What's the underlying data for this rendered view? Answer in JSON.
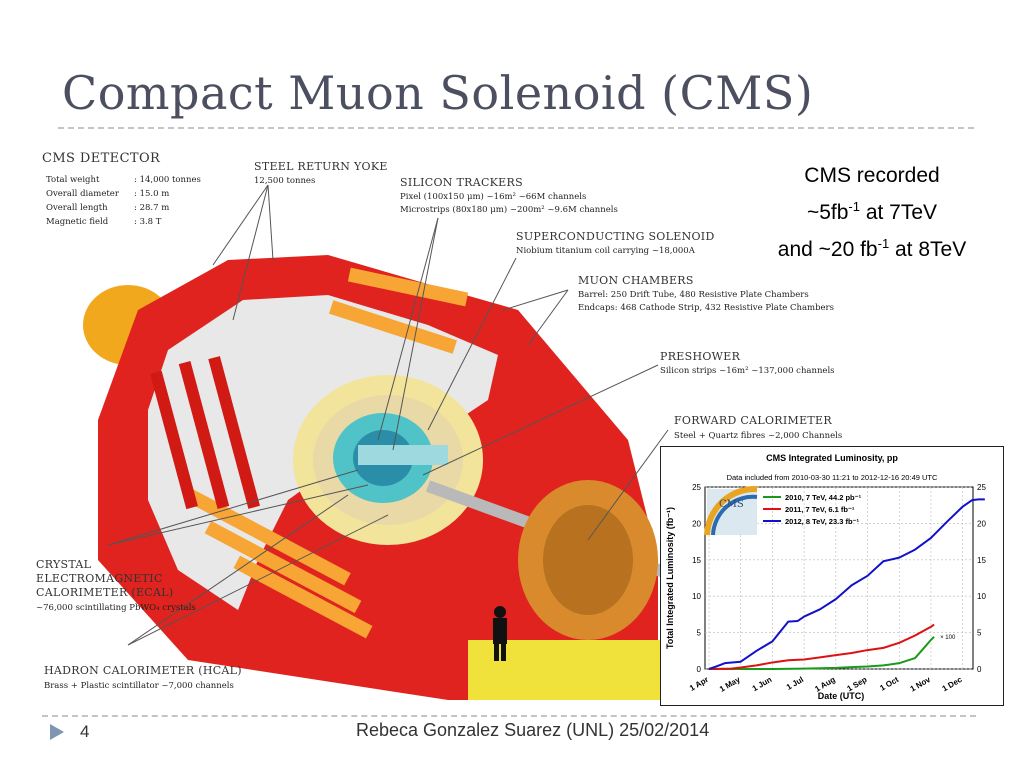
{
  "slide": {
    "title": "Compact Muon Solenoid (CMS)",
    "number": "4",
    "footer": "Rebeca Gonzalez Suarez (UNL) 25/02/2014",
    "accent_color": "#7f96b2"
  },
  "recorded": {
    "line1": "CMS recorded",
    "line2_pre": "~5fb",
    "line2_sup": "-1",
    "line2_post": " at 7TeV",
    "line3_pre": "and ~20 fb",
    "line3_sup": "-1",
    "line3_post": " at 8TeV"
  },
  "detector": {
    "heading": "CMS DETECTOR",
    "specs": [
      {
        "key": "Total weight",
        "value": ": 14,000 tonnes"
      },
      {
        "key": "Overall diameter",
        "value": ": 15.0 m"
      },
      {
        "key": "Overall length",
        "value": ": 28.7 m"
      },
      {
        "key": "Magnetic field",
        "value": ": 3.8 T"
      }
    ],
    "labels": {
      "yoke_title": "STEEL RETURN YOKE",
      "yoke_sub": "12,500 tonnes",
      "tracker_title": "SILICON TRACKERS",
      "tracker_sub1": "Pixel (100x150 μm) ~16m² ~66M channels",
      "tracker_sub2": "Microstrips (80x180 μm) ~200m² ~9.6M channels",
      "solenoid_title": "SUPERCONDUCTING SOLENOID",
      "solenoid_sub": "Niobium titanium coil carrying ~18,000A",
      "muon_title": "MUON CHAMBERS",
      "muon_sub1": "Barrel: 250 Drift Tube, 480 Resistive Plate Chambers",
      "muon_sub2": "Endcaps: 468 Cathode Strip, 432 Resistive Plate Chambers",
      "preshower_title": "PRESHOWER",
      "preshower_sub": "Silicon strips ~16m² ~137,000 channels",
      "forward_title": "FORWARD CALORIMETER",
      "forward_sub": "Steel + Quartz fibres ~2,000 Channels",
      "ecal_title1": "CRYSTAL",
      "ecal_title2": "ELECTROMAGNETIC",
      "ecal_title3": "CALORIMETER (ECAL)",
      "ecal_sub": "~76,000 scintillating PbWO₄ crystals",
      "hcal_title": "HADRON CALORIMETER (HCAL)",
      "hcal_sub": "Brass + Plastic scintillator ~7,000 channels"
    }
  },
  "chart_data": {
    "type": "line",
    "title": "CMS Integrated Luminosity, pp",
    "subtitle": "Data included from 2010-03-30 11:21 to 2012-12-16 20:49 UTC",
    "xlabel": "Date (UTC)",
    "ylabel": "Total Integrated Luminosity (fb⁻¹)",
    "categories": [
      "1 Apr",
      "1 May",
      "1 Jun",
      "1 Jul",
      "1 Aug",
      "1 Sep",
      "1 Oct",
      "1 Nov",
      "1 Dec"
    ],
    "ylim": [
      0,
      25
    ],
    "yticks": [
      "0",
      "5",
      "10",
      "15",
      "20",
      "25"
    ],
    "legend_position": "top-left",
    "annotation": "× 100",
    "series": [
      {
        "name": "2010, 7 TeV, 44.2 pb⁻¹",
        "color": "#1a9a1a",
        "x": [
          0,
          2,
          3,
          3.5,
          4,
          4.5,
          5,
          5.5,
          6,
          6.5,
          6.8,
          7,
          7.1
        ],
        "y": [
          0,
          0,
          0.05,
          0.1,
          0.15,
          0.25,
          0.35,
          0.5,
          0.8,
          1.5,
          3.0,
          4.0,
          4.42
        ]
      },
      {
        "name": "2011, 7 TeV, 6.1 fb⁻¹",
        "color": "#dd1111",
        "x": [
          0,
          0.7,
          1,
          1.5,
          2,
          2.5,
          3,
          3.5,
          4,
          4.5,
          5,
          5.5,
          6,
          6.5,
          7,
          7.1
        ],
        "y": [
          0,
          0.05,
          0.2,
          0.5,
          0.9,
          1.2,
          1.3,
          1.6,
          1.9,
          2.2,
          2.6,
          2.9,
          3.6,
          4.6,
          5.8,
          6.1
        ]
      },
      {
        "name": "2012, 8 TeV, 23.3 fb⁻¹",
        "color": "#1111cc",
        "x": [
          0,
          0.2,
          0.5,
          1,
          1.5,
          2,
          2.5,
          2.8,
          3,
          3.5,
          4,
          4.5,
          5,
          5.5,
          6,
          6.5,
          7,
          7.5,
          8,
          8.3,
          8.5,
          8.7
        ],
        "y": [
          0,
          0.3,
          0.8,
          1.0,
          2.5,
          3.8,
          6.5,
          6.6,
          7.2,
          8.2,
          9.6,
          11.5,
          12.8,
          14.8,
          15.3,
          16.4,
          18.0,
          20.2,
          22.3,
          23.2,
          23.3,
          23.3
        ]
      }
    ]
  }
}
